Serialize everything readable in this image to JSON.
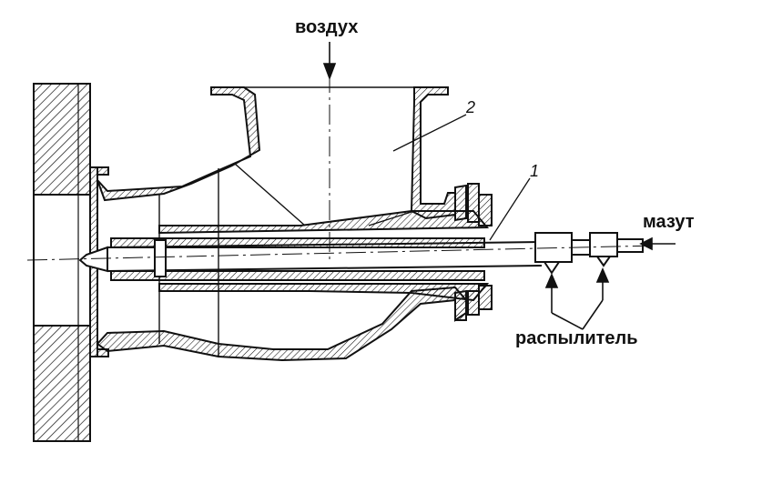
{
  "labels": {
    "air": "воздух",
    "fuel_oil": "мазут",
    "atomizer": "распылитель",
    "part_1": "1",
    "part_2": "2"
  },
  "colors": {
    "ink": "#111111",
    "background": "#ffffff"
  }
}
